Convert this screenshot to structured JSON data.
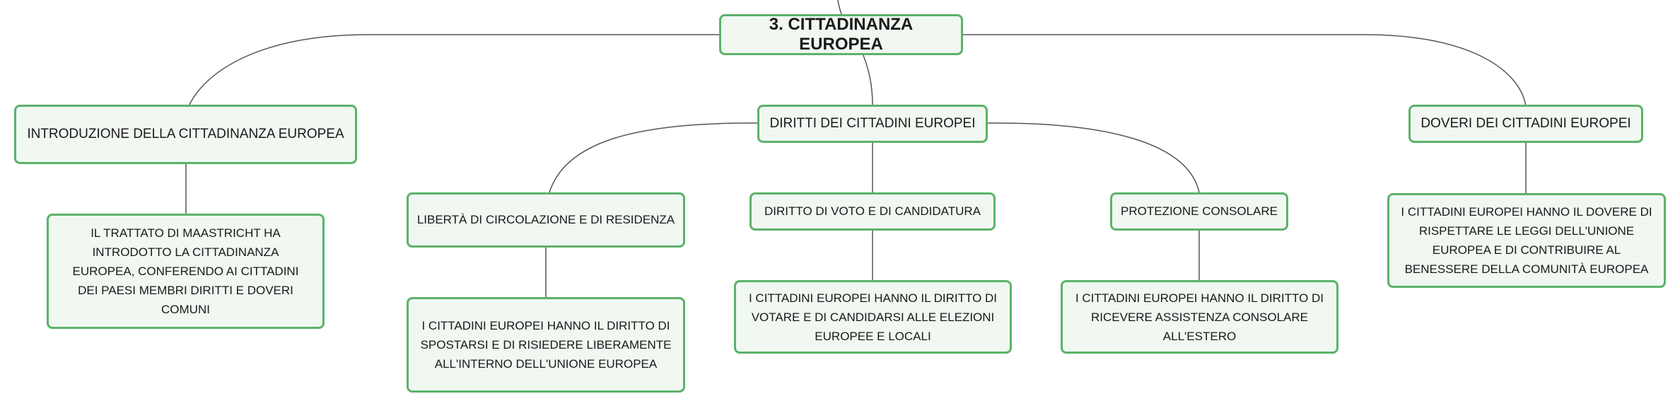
{
  "root": {
    "label": "3. CITTADINANZA EUROPEA"
  },
  "branches": [
    {
      "label": "INTRODUZIONE DELLA CITTADINANZA EUROPEA",
      "details": [
        {
          "text": "IL TRATTATO DI MAASTRICHT HA INTRODOTTO LA CITTADINANZA EUROPEA, CONFERENDO AI CITTADINI DEI PAESI MEMBRI DIRITTI E DOVERI COMUNI"
        }
      ]
    },
    {
      "label": "DIRITTI DEI CITTADINI EUROPEI",
      "children": [
        {
          "label": "LIBERTÀ DI CIRCOLAZIONE E DI RESIDENZA",
          "detail": "I CITTADINI EUROPEI HANNO IL DIRITTO DI SPOSTARSI E DI RISIEDERE LIBERAMENTE ALL'INTERNO DELL'UNIONE EUROPEA"
        },
        {
          "label": "DIRITTO DI VOTO E DI CANDIDATURA",
          "detail": "I CITTADINI EUROPEI HANNO IL DIRITTO DI VOTARE E DI CANDIDARSI ALLE ELEZIONI EUROPEE E LOCALI"
        },
        {
          "label": "PROTEZIONE CONSOLARE",
          "detail": "I CITTADINI EUROPEI HANNO IL DIRITTO DI RICEVERE ASSISTENZA CONSOLARE ALL'ESTERO"
        }
      ]
    },
    {
      "label": "DOVERI DEI CITTADINI EUROPEI",
      "details": [
        {
          "text": "I CITTADINI EUROPEI HANNO IL DOVERE DI RISPETTARE LE LEGGI DELL'UNIONE EUROPEA E DI CONTRIBUIRE AL BENESSERE DELLA COMUNITÀ EUROPEA"
        }
      ]
    }
  ],
  "colors": {
    "node_border": "#5cb26a",
    "node_fill": "#f0f8f1",
    "connector": "#555555",
    "text": "#1a1a1a"
  }
}
